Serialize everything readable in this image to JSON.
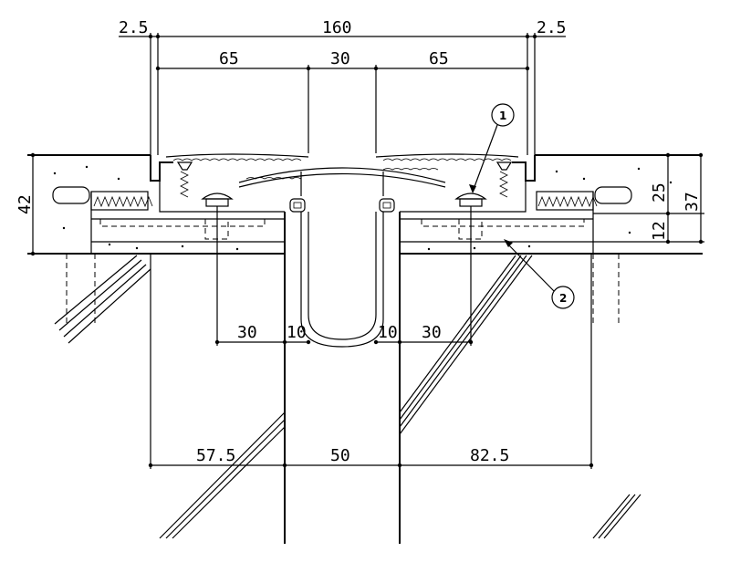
{
  "dimensions": {
    "top_left_offset": "2.5",
    "top_overall": "160",
    "top_right_offset": "2.5",
    "upper_left": "65",
    "upper_center": "30",
    "upper_right": "65",
    "mid_left_30": "30",
    "mid_left_10": "10",
    "mid_right_10": "10",
    "mid_right_30": "30",
    "bottom_left": "57.5",
    "bottom_center": "50",
    "bottom_right": "82.5",
    "left_height": "42",
    "right_upper_height": "25",
    "right_lower_height": "12",
    "right_total_height": "37"
  },
  "callouts": [
    {
      "number": "1"
    },
    {
      "number": "2"
    }
  ]
}
